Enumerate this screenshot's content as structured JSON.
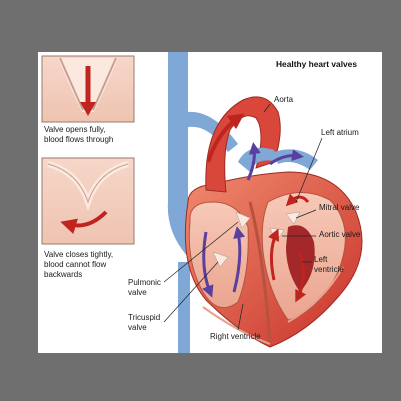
{
  "diagram": {
    "title": "Healthy heart valves",
    "inset_open_caption": [
      "Valve opens fully,",
      "blood flows through"
    ],
    "inset_closed_caption": [
      "Valve closes tightly,",
      "blood cannot flow",
      "backwards"
    ],
    "labels": {
      "aorta": "Aorta",
      "left_atrium": "Left atrium",
      "mitral_valve": "Mitral valve",
      "aortic_valve": "Aortic valve",
      "left_ventricle": [
        "Left",
        "ventricle"
      ],
      "pulmonic_valve": [
        "Pulmonic",
        "valve"
      ],
      "tricuspid_valve": [
        "Tricuspid",
        "valve"
      ],
      "right_ventricle": "Right ventricle"
    },
    "colors": {
      "background": "#6f6f6f",
      "vein_blue": "#7fa8d6",
      "heart_red": "#d9473a",
      "muscle_pink": "#f0b8a8",
      "arrow_red": "#c0241e",
      "arrow_purple": "#5b3f9e"
    }
  }
}
